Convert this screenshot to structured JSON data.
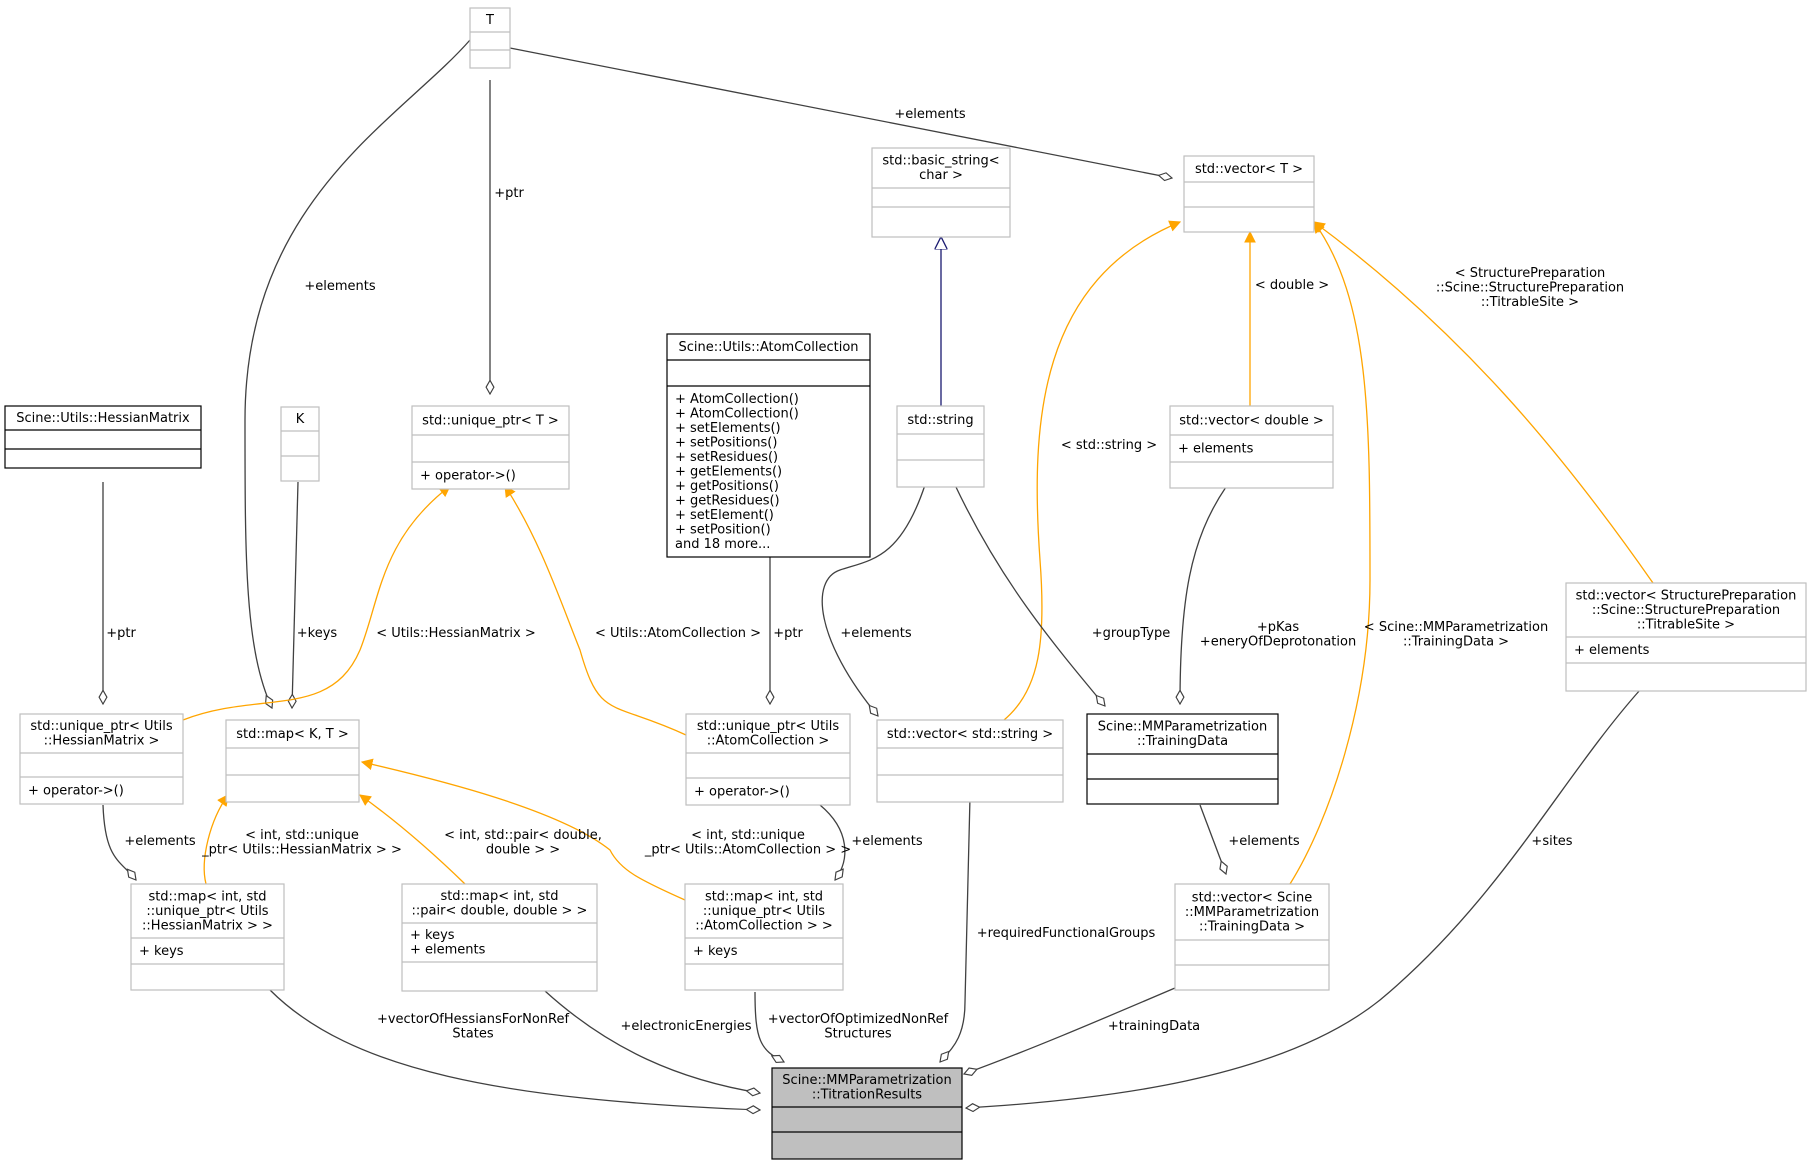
{
  "nodes": {
    "T": {
      "title": [
        "T"
      ],
      "attrs": [],
      "methods": []
    },
    "basic_string": {
      "title": [
        "std::basic_string<",
        "char >"
      ],
      "attrs": [],
      "methods": []
    },
    "vector_T": {
      "title": [
        "std::vector< T >"
      ],
      "attrs": [],
      "methods": []
    },
    "atom_collection": {
      "title": [
        "Scine::Utils::AtomCollection"
      ],
      "attrs": [],
      "methods": [
        "+ AtomCollection()",
        "+ AtomCollection()",
        "+ setElements()",
        "+ setPositions()",
        "+ setResidues()",
        "+ getElements()",
        "+ getPositions()",
        "+ getResidues()",
        "+ setElement()",
        "+ setPosition()",
        "and 18 more..."
      ]
    },
    "hessian_matrix": {
      "title": [
        "Scine::Utils::HessianMatrix"
      ],
      "attrs": [],
      "methods": []
    },
    "K": {
      "title": [
        "K"
      ],
      "attrs": [],
      "methods": []
    },
    "unique_ptr_T": {
      "title": [
        "std::unique_ptr< T >"
      ],
      "attrs": [],
      "methods": [
        "+ operator->()"
      ]
    },
    "std_string": {
      "title": [
        "std::string"
      ],
      "attrs": [],
      "methods": []
    },
    "vector_double": {
      "title": [
        "std::vector< double >"
      ],
      "attrs": [
        "+ elements"
      ],
      "methods": []
    },
    "vector_titrable": {
      "title": [
        "std::vector< StructurePreparation",
        "::Scine::StructurePreparation",
        "::TitrableSite >"
      ],
      "attrs": [
        "+ elements"
      ],
      "methods": []
    },
    "unique_ptr_hessian": {
      "title": [
        "std::unique_ptr< Utils",
        "::HessianMatrix >"
      ],
      "attrs": [],
      "methods": [
        "+ operator->()"
      ]
    },
    "map_KT": {
      "title": [
        "std::map< K, T >"
      ],
      "attrs": [],
      "methods": []
    },
    "unique_ptr_atom": {
      "title": [
        "std::unique_ptr< Utils",
        "::AtomCollection >"
      ],
      "attrs": [],
      "methods": [
        "+ operator->()"
      ]
    },
    "vector_string": {
      "title": [
        "std::vector< std::string >"
      ],
      "attrs": [],
      "methods": []
    },
    "training_data": {
      "title": [
        "Scine::MMParametrization",
        "::TrainingData"
      ],
      "attrs": [],
      "methods": []
    },
    "map_hessian": {
      "title": [
        "std::map< int, std",
        "::unique_ptr< Utils",
        "::HessianMatrix > >"
      ],
      "attrs": [
        "+ keys"
      ],
      "methods": []
    },
    "map_pair": {
      "title": [
        "std::map< int, std",
        "::pair< double, double > >"
      ],
      "attrs": [
        "+ keys",
        "+ elements"
      ],
      "methods": []
    },
    "map_atom": {
      "title": [
        "std::map< int, std",
        "::unique_ptr< Utils",
        "::AtomCollection > >"
      ],
      "attrs": [
        "+ keys"
      ],
      "methods": []
    },
    "vector_training": {
      "title": [
        "std::vector< Scine",
        "::MMParametrization",
        "::TrainingData >"
      ],
      "attrs": [],
      "methods": []
    },
    "titration_results": {
      "title": [
        "Scine::MMParametrization",
        "::TitrationResults"
      ],
      "attrs": [],
      "methods": []
    }
  },
  "edge_labels": {
    "t_vector_elements": [
      "+elements"
    ],
    "t_uptr_ptr": [
      "+ptr"
    ],
    "t_map_elements": [
      "+elements"
    ],
    "double_tmpl": [
      "< double >"
    ],
    "titrable_tmpl": [
      "< StructurePreparation",
      "::Scine::StructurePreparation",
      "::TitrableSite >"
    ],
    "string_tmpl": [
      "< std::string >"
    ],
    "hessian_ptr": [
      "+ptr"
    ],
    "k_keys": [
      "+keys"
    ],
    "hessian_uptr_tmpl": [
      "< Utils::HessianMatrix >"
    ],
    "atom_uptr_tmpl": [
      "< Utils::AtomCollection >"
    ],
    "atom_ptr": [
      "+ptr"
    ],
    "string_elements": [
      "+elements"
    ],
    "group_type": [
      "+groupType"
    ],
    "pkas": [
      "+pKas",
      "+eneryOfDeprotonation"
    ],
    "training_tmpl": [
      "< Scine::MMParametrization",
      "::TrainingData >"
    ],
    "map_hessian_elements": [
      "+elements"
    ],
    "map_hessian_tmpl": [
      "< int, std::unique",
      "_ptr< Utils::HessianMatrix > >"
    ],
    "map_pair_tmpl": [
      "< int, std::pair< double,",
      "double > >"
    ],
    "map_atom_tmpl": [
      "< int, std::unique",
      "_ptr< Utils::AtomCollection > >"
    ],
    "map_atom_elements": [
      "+elements"
    ],
    "training_elements": [
      "+elements"
    ],
    "sites": [
      "+sites"
    ],
    "required_groups": [
      "+requiredFunctionalGroups"
    ],
    "vector_hessians": [
      "+vectorOfHessiansForNonRef",
      "States"
    ],
    "electronic_energies": [
      "+electronicEnergies"
    ],
    "vector_optimized": [
      "+vectorOfOptimizedNonRef",
      "Structures"
    ],
    "training_data_edge": [
      "+trainingData"
    ]
  },
  "colors": {
    "association": "#404040",
    "template": "#ffa500",
    "inheritance": "#191970",
    "box_border": "#bfbfbf",
    "focus_fill": "#bfbfbf"
  }
}
